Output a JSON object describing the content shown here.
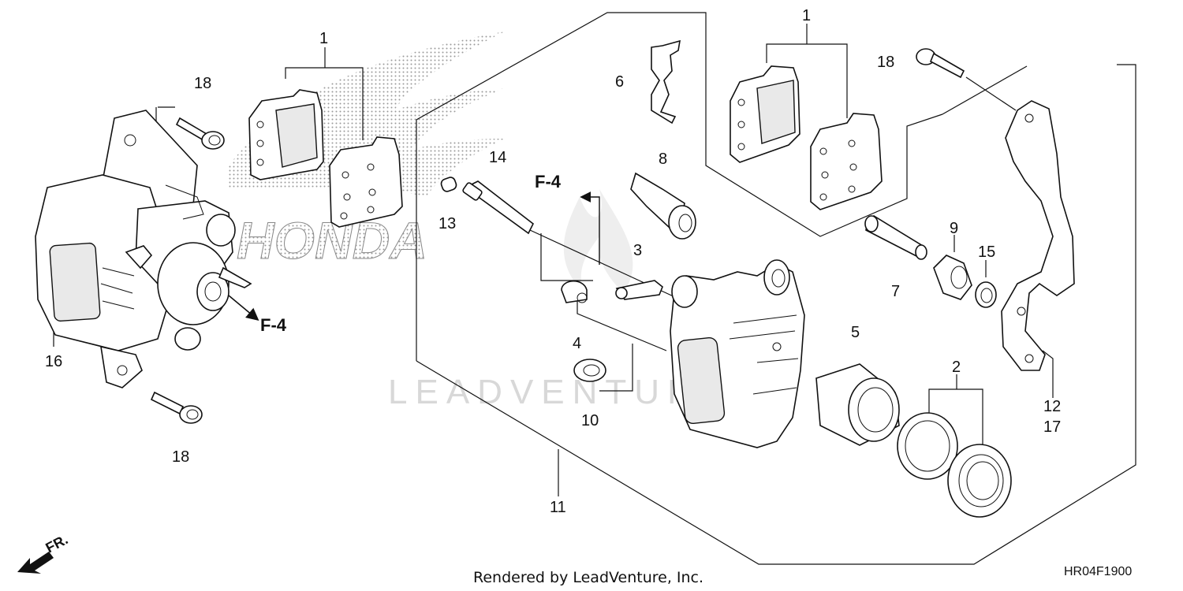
{
  "diagram": {
    "callouts": {
      "c1a": "1",
      "c1b": "1",
      "c2": "2",
      "c3": "3",
      "c4": "4",
      "c5": "5",
      "c6": "6",
      "c7": "7",
      "c8": "8",
      "c9": "9",
      "c10": "10",
      "c11": "11",
      "c12": "12",
      "c13": "13",
      "c14": "14",
      "c15": "15",
      "c16": "16",
      "c17": "17",
      "c18a": "18",
      "c18b": "18",
      "c18c": "18"
    },
    "refs": {
      "f4_left": "F-4",
      "f4_center": "F-4"
    },
    "direction_label": "FR.",
    "watermark_logo": "HONDA",
    "watermark_text": "LEADVENTURE",
    "footer_credit": "Rendered by LeadVenture, Inc.",
    "diagram_code": "HR04F1900"
  }
}
